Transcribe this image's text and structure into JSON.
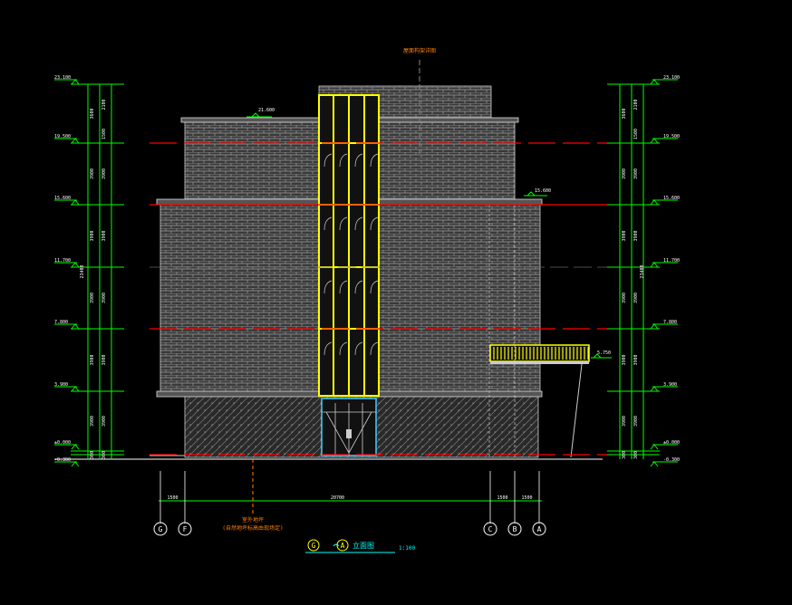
{
  "drawing": {
    "title_from": "G",
    "title_to": "A",
    "title_text": "立面图",
    "scale": "1:100",
    "top_note": "屋面构架详图",
    "ground_note_1": "室外地坪",
    "ground_note_2": "(自然地坪标高由现场定)",
    "roof_level_label": "21.600",
    "side_level_label": "15.600",
    "balcony_level_label": "5.750",
    "total_height": "23400"
  },
  "levels": [
    "23.100",
    "19.500",
    "15.600",
    "11.700",
    "7.800",
    "3.900",
    "±0.000",
    "-0.300"
  ],
  "dims_outer": [
    "3600",
    "3900",
    "3900",
    "3900",
    "3900",
    "3900",
    "300"
  ],
  "dims_inner": [
    "2100",
    "1500",
    "3900",
    "3900",
    "3900",
    "3900",
    "3900",
    "300"
  ],
  "axes": [
    "G",
    "F",
    "C",
    "B",
    "A"
  ],
  "axis_dims": [
    "1500",
    "20700",
    "1500",
    "1500"
  ],
  "colors": {
    "bg": "#000000",
    "dim": "#00ff00",
    "red": "#ff0000",
    "wall": "#b0b0b0",
    "glass": "#ffff00",
    "text": "#ffffff",
    "note": "#ff8000",
    "title": "#00ffff"
  }
}
